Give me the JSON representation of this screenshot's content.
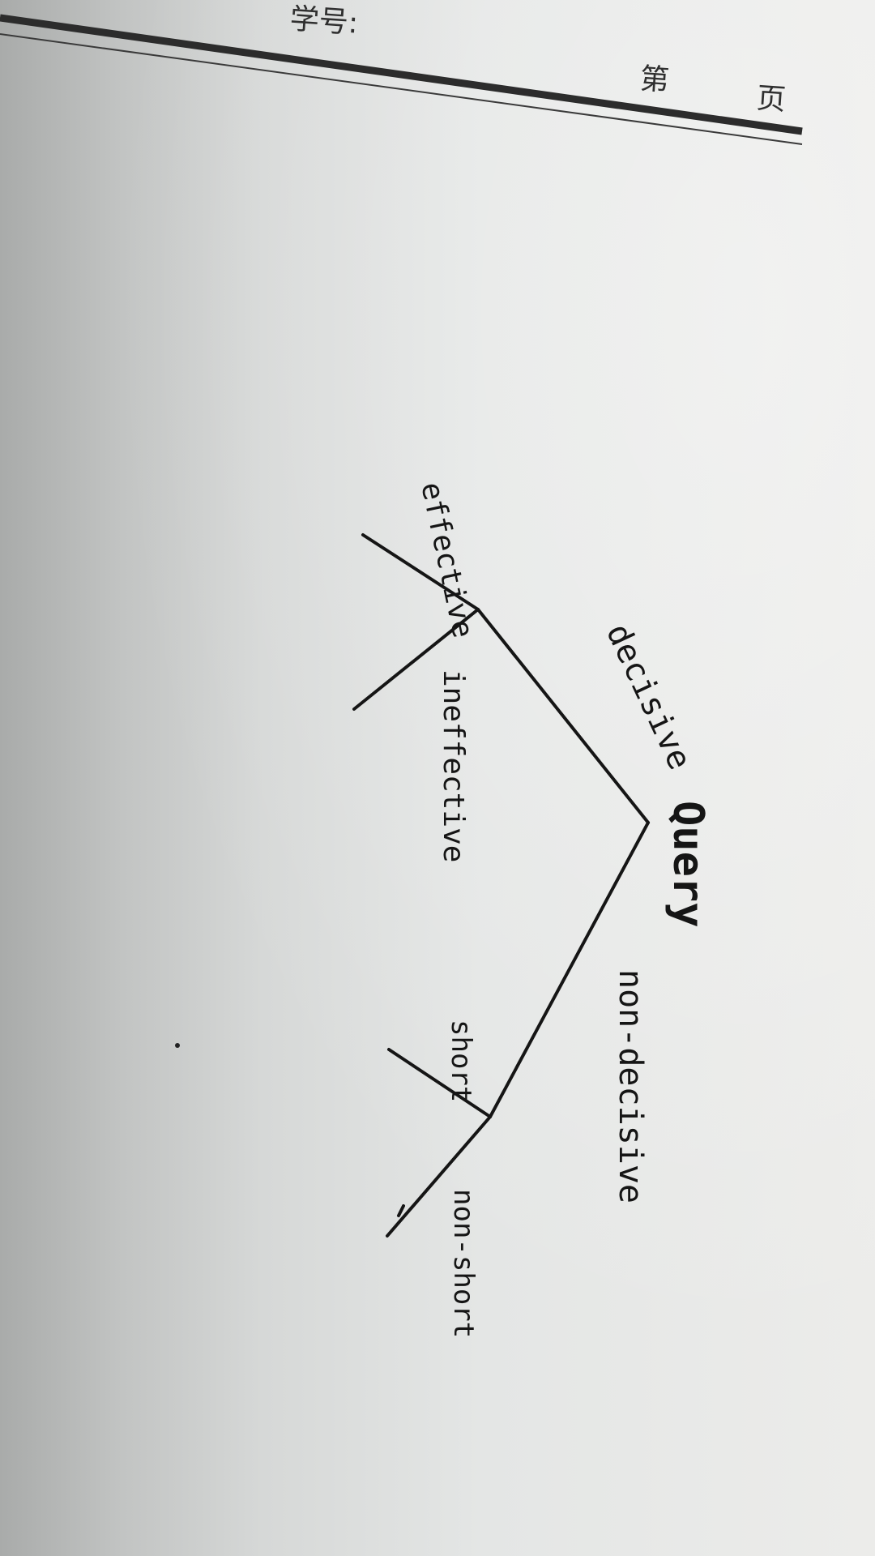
{
  "header": {
    "student_id_label": "学号:",
    "page_prefix": "第",
    "page_suffix": "页"
  },
  "tree": {
    "root": "Query",
    "branches": [
      {
        "edge_label": "decisive",
        "children": [
          {
            "edge_label": "effective"
          },
          {
            "edge_label": "ineffective"
          }
        ]
      },
      {
        "edge_label": "non-decisive",
        "children": [
          {
            "edge_label": "short"
          },
          {
            "edge_label": "non-short"
          }
        ]
      }
    ]
  }
}
